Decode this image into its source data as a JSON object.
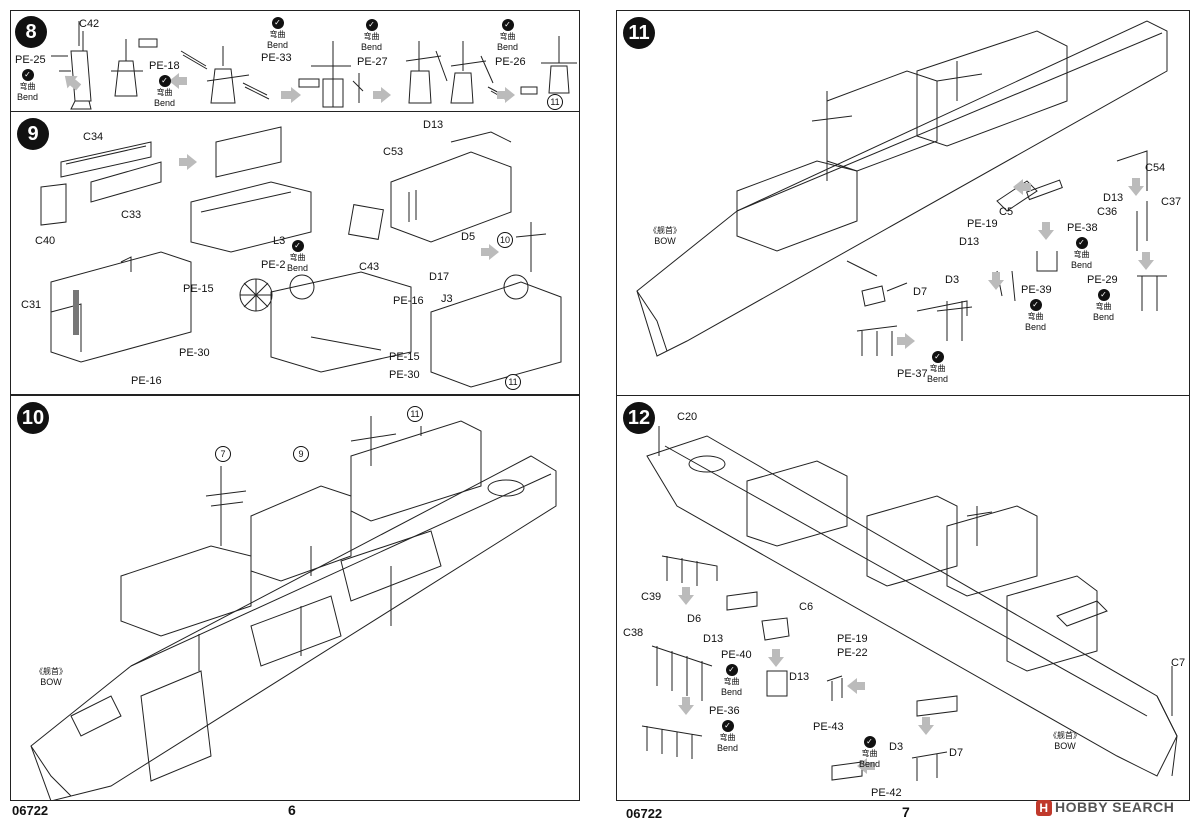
{
  "pages": {
    "left": {
      "code": "06722",
      "number": "6"
    },
    "right": {
      "code": "06722",
      "number": "7"
    }
  },
  "bend": {
    "cn": "弯曲",
    "en": "Bend"
  },
  "bow": {
    "cn": "《舰首》",
    "en": "BOW"
  },
  "steps": {
    "s8": {
      "num": "8",
      "labels": {
        "c42": "C42",
        "pe25": "PE-25",
        "pe18": "PE-18",
        "pe33": "PE-33",
        "pe27": "PE-27",
        "pe26": "PE-26"
      },
      "ref": "11"
    },
    "s9": {
      "num": "9",
      "labels": {
        "c34": "C34",
        "c33": "C33",
        "c40": "C40",
        "l3": "L3",
        "d13": "D13",
        "c53": "C53",
        "c43": "C43",
        "d5": "D5",
        "d17": "D17",
        "pe2": "PE-2",
        "c31": "C31",
        "pe15a": "PE-15",
        "pe30a": "PE-30",
        "pe16a": "PE-16",
        "pe16b": "PE-16",
        "pe15b": "PE-15",
        "pe30b": "PE-30",
        "j3": "J3"
      },
      "refs": {
        "r10": "10",
        "r11": "11"
      }
    },
    "s10": {
      "num": "10",
      "refs": {
        "r7": "7",
        "r9": "9",
        "r11": "11"
      }
    },
    "s11": {
      "num": "11",
      "labels": {
        "c54": "C54",
        "d13a": "D13",
        "c36": "C36",
        "c37": "C37",
        "c5": "C5",
        "pe19": "PE-19",
        "d13b": "D13",
        "pe38": "PE-38",
        "pe29": "PE-29",
        "d3": "D3",
        "d7": "D7",
        "pe39": "PE-39",
        "pe37": "PE-37"
      }
    },
    "s12": {
      "num": "12",
      "labels": {
        "c20": "C20",
        "c39": "C39",
        "d6": "D6",
        "c38": "C38",
        "d13a": "D13",
        "c6": "C6",
        "pe19": "PE-19",
        "pe22": "PE-22",
        "pe40": "PE-40",
        "d13b": "D13",
        "pe36": "PE-36",
        "pe43": "PE-43",
        "d3": "D3",
        "d7": "D7",
        "pe42": "PE-42",
        "c7": "C7"
      }
    }
  },
  "watermark": {
    "brand": "HOBBY SEARCH",
    "badge": "H"
  }
}
